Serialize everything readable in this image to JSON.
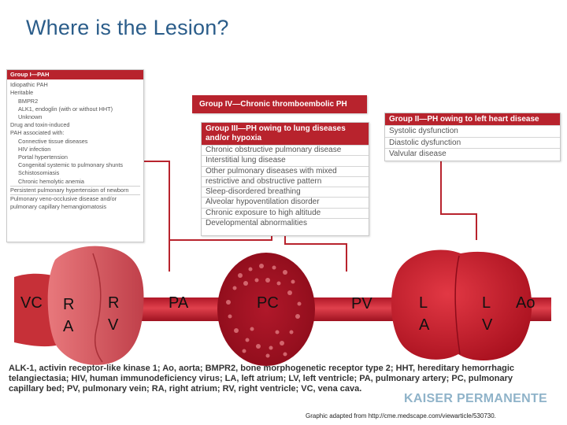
{
  "title": "Where is the Lesion?",
  "group1": {
    "header": "Group I—PAH",
    "items": [
      {
        "text": "Idiopathic PAH",
        "indent": false,
        "sep": false
      },
      {
        "text": "Heritable",
        "indent": false,
        "sep": false
      },
      {
        "text": "BMPR2",
        "indent": true,
        "sep": false
      },
      {
        "text": "ALK1, endoglin (with or without HHT)",
        "indent": true,
        "sep": false
      },
      {
        "text": "Unknown",
        "indent": true,
        "sep": false
      },
      {
        "text": "Drug and toxin-induced",
        "indent": false,
        "sep": false
      },
      {
        "text": "PAH associated with:",
        "indent": false,
        "sep": false
      },
      {
        "text": "Connective tissue diseases",
        "indent": true,
        "sep": false
      },
      {
        "text": "HIV infection",
        "indent": true,
        "sep": false
      },
      {
        "text": "Portal hypertension",
        "indent": true,
        "sep": false
      },
      {
        "text": "Congenital systemic to pulmonary shunts",
        "indent": true,
        "sep": false
      },
      {
        "text": "Schistosomiasis",
        "indent": true,
        "sep": false
      },
      {
        "text": "Chronic hemolytic anemia",
        "indent": true,
        "sep": false
      },
      {
        "text": "Persistent pulmonary hypertension of newborn",
        "indent": false,
        "sep": true
      },
      {
        "text": "Pulmonary veno-occlusive disease and/or",
        "indent": false,
        "sep": true
      },
      {
        "text": "pulmonary capillary hemangiomatosis",
        "indent": false,
        "sep": false
      }
    ]
  },
  "group4": {
    "header": "Group IV—Chronic thromboembolic PH"
  },
  "group3": {
    "header_line1": "Group III—PH owing to lung diseases",
    "header_line2": "and/or hypoxia",
    "items": [
      "Chronic obstructive pulmonary disease",
      "Interstitial lung disease",
      "Other pulmonary diseases with mixed",
      "restrictive and obstructive pattern",
      "Sleep-disordered breathing",
      "Alveolar hypoventilation disorder",
      "Chronic exposure to high altitude",
      "Developmental abnormalities"
    ]
  },
  "group2": {
    "header": "Group II—PH owing to left heart disease",
    "items": [
      "Systolic dysfunction",
      "Diastolic dysfunction",
      "Valvular disease"
    ]
  },
  "labels": {
    "vc": "VC",
    "ra1": "R",
    "ra2": "A",
    "rv1": "R",
    "rv2": "V",
    "pa": "PA",
    "pc": "PC",
    "pv": "PV",
    "la1": "L",
    "la2": "A",
    "lv1": "L",
    "lv2": "V",
    "ao": "Ao"
  },
  "abbreviations": "ALK-1, activin receptor-like kinase 1; Ao, aorta; BMPR2, bone morphogenetic receptor type 2; HHT, hereditary hemorrhagic telangiectasia; HIV, human immunodeficiency virus; LA, left atrium; LV, left ventricle; PA, pulmonary artery; PC, pulmonary capillary bed; PV, pulmonary vein; RA, right atrium; RV, right ventricle; VC, vena cava.",
  "logo": "KAISER PERMANENTE",
  "credit": "Graphic adapted from http://cme.medscape.com/viewarticle/530730.",
  "colors": {
    "accent_red": "#b8232d",
    "vessel_red": "#c4202f",
    "title_blue": "#2b5d8a"
  }
}
